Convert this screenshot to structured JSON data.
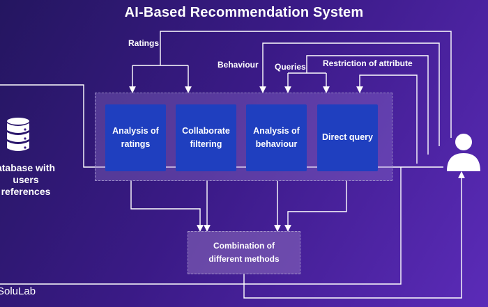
{
  "title": "AI-Based Recommendation System",
  "edge_labels": {
    "ratings": "Ratings",
    "behaviour": "Behaviour",
    "queries": "Queries",
    "restriction": "Restriction of attribute"
  },
  "methods": [
    {
      "line1": "Analysis of",
      "line2": "ratings"
    },
    {
      "line1": "Collaborate",
      "line2": "filtering"
    },
    {
      "line1": "Analysis of",
      "line2": "behaviour"
    },
    {
      "line1": "Direct query",
      "line2": ""
    }
  ],
  "combination": {
    "line1": "Combination of",
    "line2": "different methods"
  },
  "database": {
    "line1": "atabase with",
    "line2": "users",
    "line3": "references",
    "icon": "database-icon"
  },
  "user": {
    "icon": "user-icon"
  },
  "brand": "SoluLab",
  "colors": {
    "method_box": "#1f3fbf",
    "arrows": "#ffffff"
  }
}
